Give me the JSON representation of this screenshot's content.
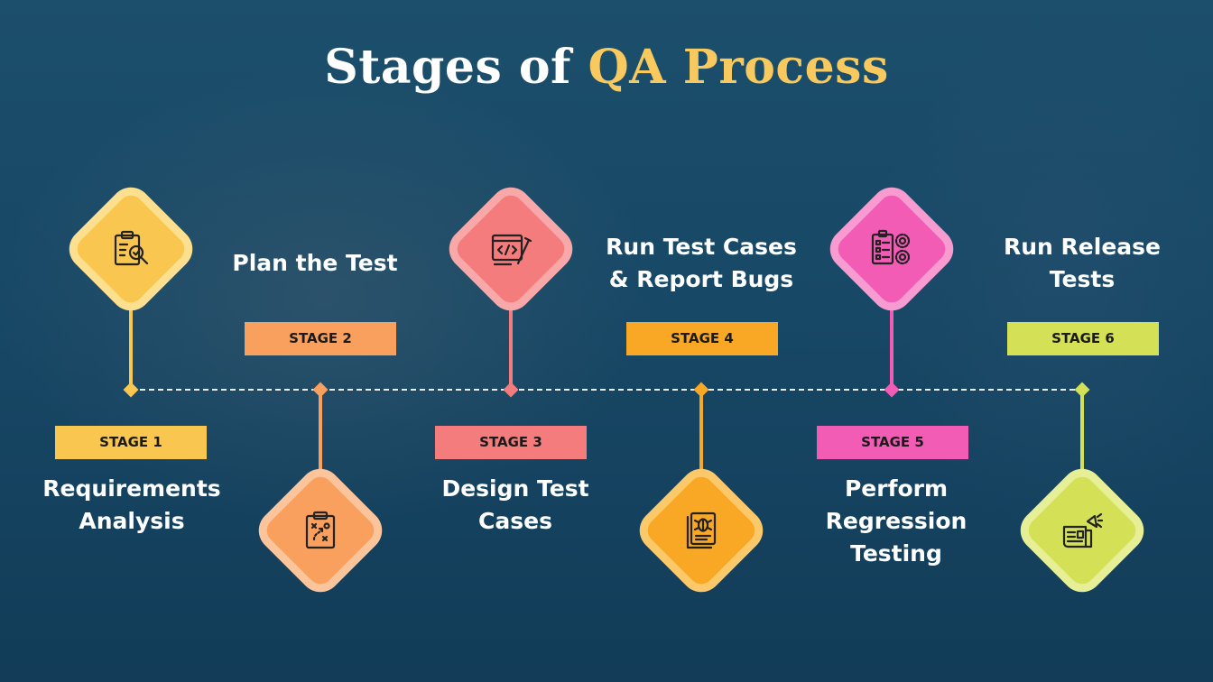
{
  "title": {
    "prefix": "Stages of",
    "highlight": "QA Process"
  },
  "colors": {
    "stage1": "#f9c74f",
    "stage2": "#f9a05e",
    "stage3": "#f47c7c",
    "stage4": "#f9a825",
    "stage5": "#f25cb5",
    "stage6": "#d4e157",
    "timeline": "#ffffff",
    "title_highlight": "#f7c95e"
  },
  "stages": [
    {
      "badge": "STAGE 1",
      "label_lines": [
        "Requirements",
        "Analysis"
      ],
      "icon": "clipboard-magnifier-icon"
    },
    {
      "badge": "STAGE 2",
      "label_lines": [
        "Plan the Test"
      ],
      "icon": "strategy-clipboard-icon"
    },
    {
      "badge": "STAGE 3",
      "label_lines": [
        "Design Test",
        "Cases"
      ],
      "icon": "code-window-pencil-icon"
    },
    {
      "badge": "STAGE 4",
      "label_lines": [
        "Run Test Cases",
        "& Report Bugs"
      ],
      "icon": "bug-report-icon"
    },
    {
      "badge": "STAGE 5",
      "label_lines": [
        "Perform",
        "Regression",
        "Testing"
      ],
      "icon": "checklist-gears-icon"
    },
    {
      "badge": "STAGE 6",
      "label_lines": [
        "Run Release",
        "Tests"
      ],
      "icon": "release-announcement-icon"
    }
  ]
}
